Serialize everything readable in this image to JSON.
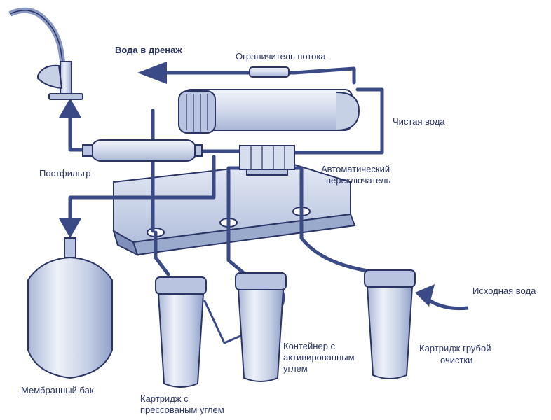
{
  "labels": {
    "drain": "Вода в дренаж",
    "flow_limiter": "Ограничитель потока",
    "clean_water": "Чистая вода",
    "postfilter": "Постфильтр",
    "auto_switch_1": "Автоматический",
    "auto_switch_2": "переключатель",
    "source_water": "Исходная вода",
    "coarse_1": "Картридж грубой",
    "coarse_2": "очистки",
    "activated_1": "Контейнер с",
    "activated_2": "активированным",
    "activated_3": "углем",
    "pressed_1": "Картридж с",
    "pressed_2": "прессованым углем",
    "tank": "Мембранный бак"
  },
  "colors": {
    "pipe": "#3a4a86",
    "outline": "#2a3566",
    "fill_light": "#dde4f2",
    "fill_mid": "#b9c5e0",
    "fill_dark": "#8898c2",
    "text": "#2a3566"
  }
}
